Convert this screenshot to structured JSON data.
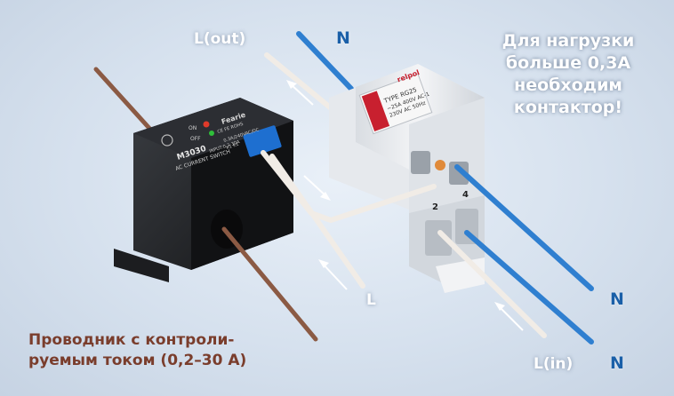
{
  "labels": {
    "l_out": "L(out)",
    "n_top": "N",
    "l_mid": "L",
    "n_mid": "N",
    "l_in": "L(in)",
    "n_bottom": "N"
  },
  "note": "Для нагрузки\nбольше 0,3А\nнеобходим\nконтактор!",
  "caption": "Проводник с контроли-\nруемым током (0,2–30 А)",
  "switch_device": {
    "brand": "Fearie",
    "model": "M3030",
    "subtitle": "AC CURRENT SWITCH",
    "input": "INPUT:0.2-30A",
    "cert": "CE FE ROHS",
    "rating": "0.3A/240VAC/DC",
    "terminals": "K1   K1",
    "on": "ON",
    "off": "OFF"
  },
  "contactor": {
    "brand": "relpol",
    "type": "TYPE RG25",
    "rating1": "~25A 400V AC-1",
    "rating2": "230V AC 50Hz",
    "terminal_2": "2",
    "terminal_4": "4"
  },
  "colors": {
    "neutral_wire": "#2f7fd0",
    "phase_wire": "#f1ece6",
    "monitored_wire": "#8b5a44",
    "label_blue": "#1a5fa8"
  }
}
